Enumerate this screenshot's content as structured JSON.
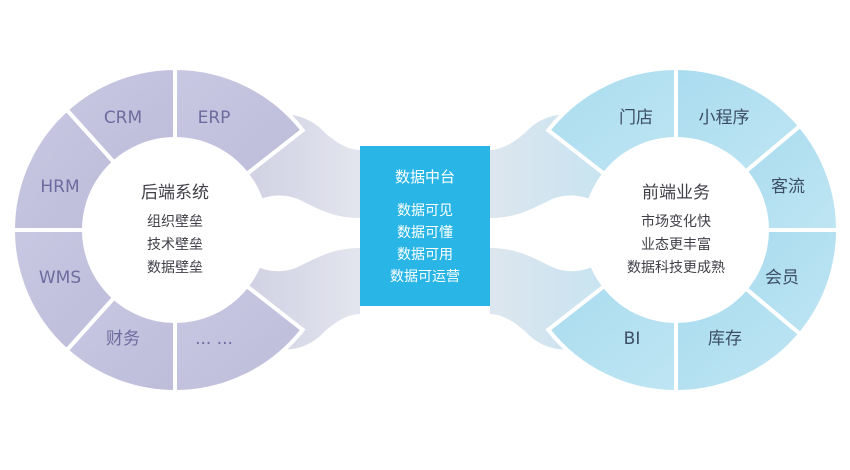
{
  "left": {
    "title": "后端系统",
    "lines": [
      "组织壁垒",
      "技术壁垒",
      "数据壁垒"
    ],
    "segments": [
      "CRM",
      "ERP",
      "HRM",
      "WMS",
      "财务",
      "... ..."
    ]
  },
  "center": {
    "title": "数据中台",
    "lines": [
      "数据可见",
      "数据可懂",
      "数据可用",
      "数据可运营"
    ]
  },
  "right": {
    "title": "前端业务",
    "lines": [
      "市场变化快",
      "业态更丰富",
      "数据科技更成熟"
    ],
    "segments": [
      "门店",
      "小程序",
      "客流",
      "会员",
      "BI",
      "库存"
    ]
  },
  "colors": {
    "left_segment": "#c4c3e0",
    "right_segment": "#b4e0f0",
    "center_box": "#29b6e6",
    "connector": "#d9dde8"
  }
}
